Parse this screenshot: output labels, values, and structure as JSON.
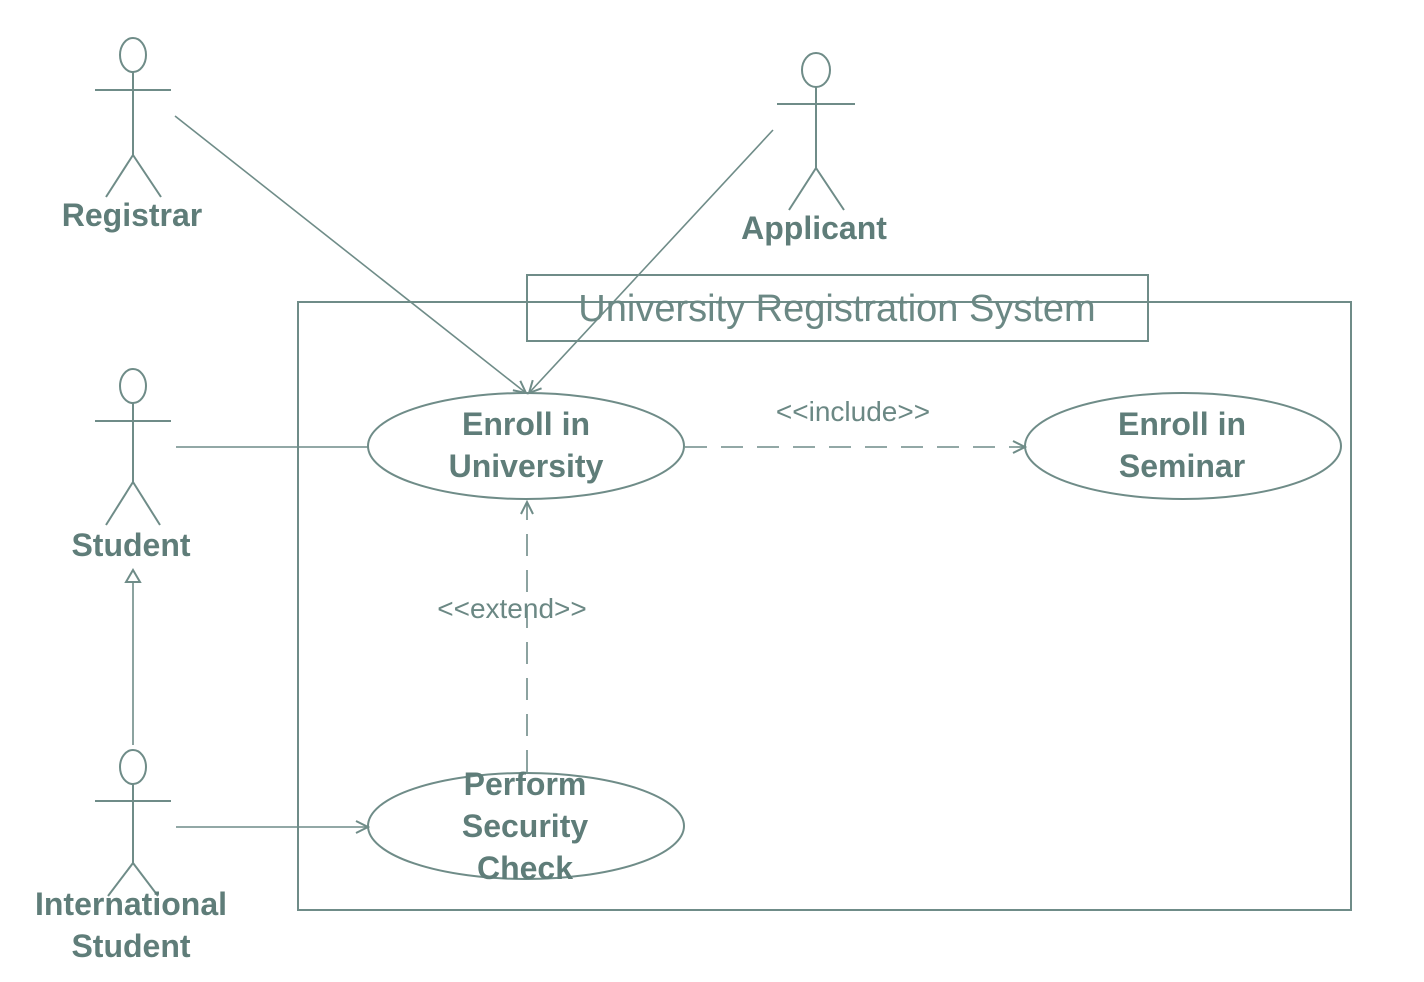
{
  "system": {
    "title": "University Registration System"
  },
  "actors": {
    "registrar": "Registrar",
    "applicant": "Applicant",
    "student": "Student",
    "international_student_line1": "International",
    "international_student_line2": "Student"
  },
  "use_cases": {
    "enroll_university_line1": "Enroll in",
    "enroll_university_line2": "University",
    "enroll_seminar_line1": "Enroll in",
    "enroll_seminar_line2": "Seminar",
    "security_check_line1": "Perform",
    "security_check_line2": "Security",
    "security_check_line3": "Check"
  },
  "relationships": {
    "include_label": "<<include>>",
    "extend_label": "<<extend>>"
  },
  "colors": {
    "line": "#6f8c88",
    "text": "#5f7d79"
  }
}
